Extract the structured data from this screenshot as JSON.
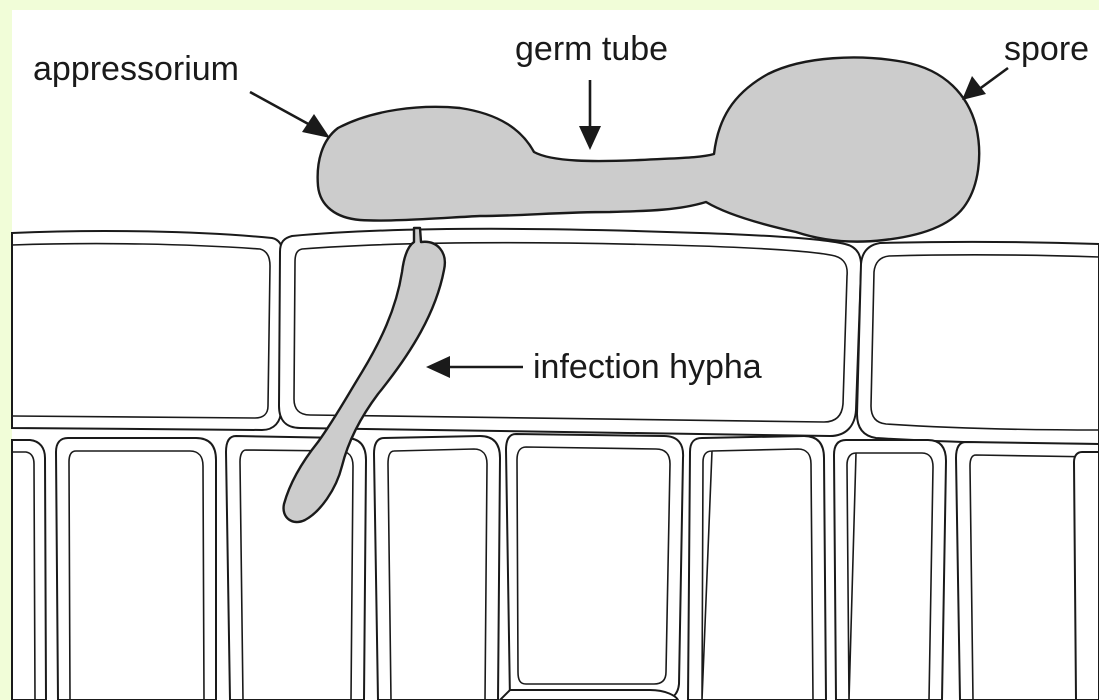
{
  "colors": {
    "background": "#f1fdd8",
    "panel": "#ffffff",
    "fungus_fill": "#cccccc",
    "outline": "#1a1a1a"
  },
  "labels": {
    "appressorium": "appressorium",
    "germ_tube": "germ tube",
    "spore": "spore",
    "infection_hypha": "infection hypha"
  }
}
